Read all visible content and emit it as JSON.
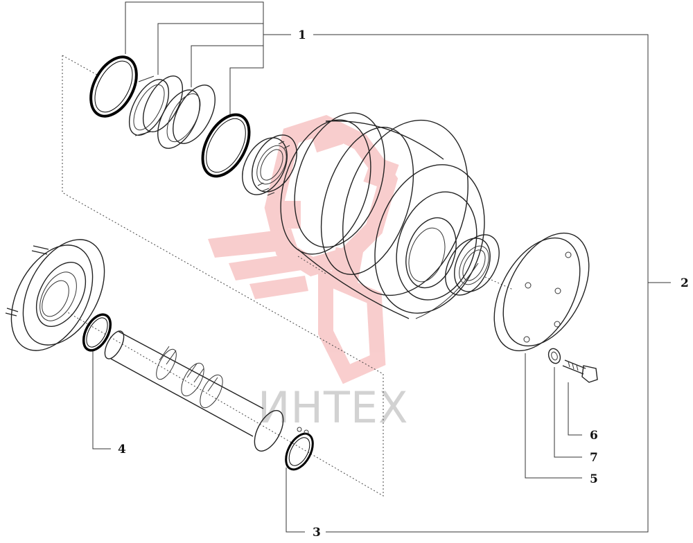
{
  "callouts": [
    {
      "id": "1",
      "label": "1"
    },
    {
      "id": "2",
      "label": "2"
    },
    {
      "id": "3",
      "label": "3"
    },
    {
      "id": "4",
      "label": "4"
    },
    {
      "id": "5",
      "label": "5"
    },
    {
      "id": "6",
      "label": "6"
    },
    {
      "id": "7",
      "label": "7"
    }
  ],
  "watermark": {
    "text": "ИНТЕХ",
    "color": "#f4a5a5",
    "text_color": "#d2d2d2"
  },
  "icons": {
    "watermark_logo": "gear-logo-icon"
  }
}
